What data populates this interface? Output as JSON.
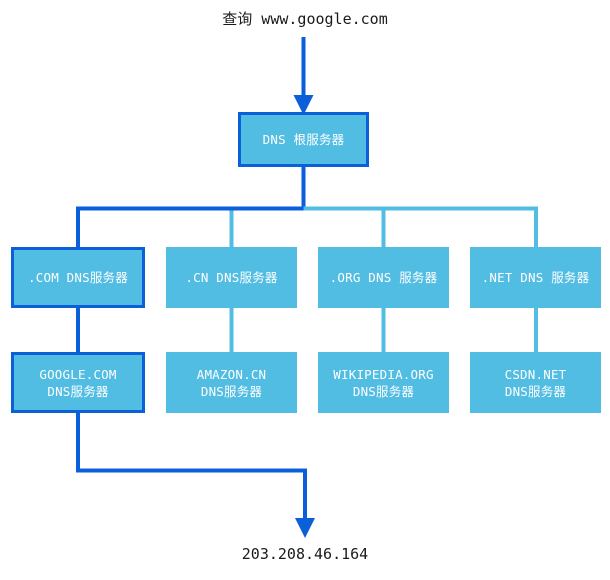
{
  "diagram": {
    "title_text": "查询 www.google.com",
    "result_text": "203.208.46.164",
    "colors": {
      "node_fill": "#51bde3",
      "highlight": "#0b5fd8",
      "connector": "#51bde3",
      "text_on_node": "#ffffff",
      "caption_text": "#1a1a1a",
      "background": "#ffffff"
    },
    "root": {
      "label": "DNS 根服务器",
      "highlighted": true
    },
    "tld_servers": [
      {
        "label": ".COM DNS服务器",
        "highlighted": true
      },
      {
        "label": ".CN DNS服务器",
        "highlighted": false
      },
      {
        "label": ".ORG DNS 服务器",
        "highlighted": false
      },
      {
        "label": ".NET DNS 服务器",
        "highlighted": false
      }
    ],
    "authoritative_servers": [
      {
        "line1": "GOOGLE.COM",
        "line2": "DNS服务器",
        "highlighted": true
      },
      {
        "line1": "AMAZON.CN",
        "line2": "DNS服务器",
        "highlighted": false
      },
      {
        "line1": "WIKIPEDIA.ORG",
        "line2": "DNS服务器",
        "highlighted": false
      },
      {
        "line1": "CSDN.NET",
        "line2": "DNS服务器",
        "highlighted": false
      }
    ]
  }
}
